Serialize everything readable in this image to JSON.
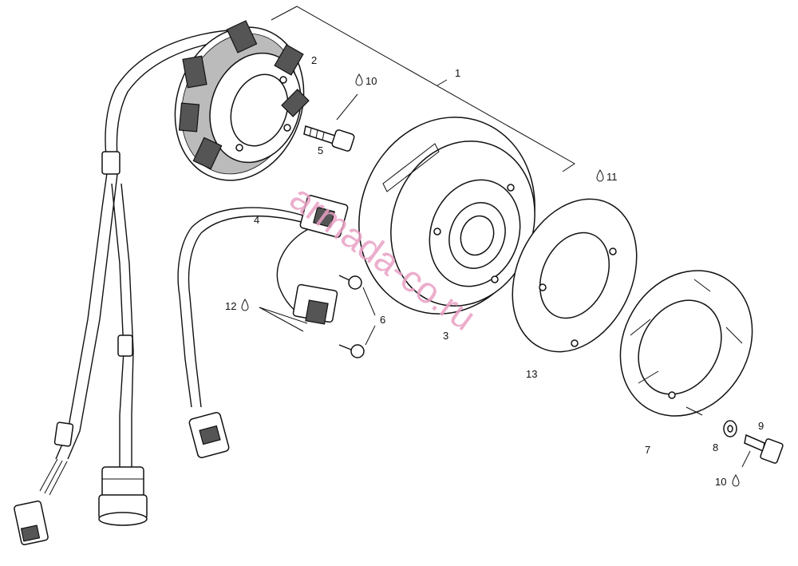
{
  "watermark": "armada-co.ru",
  "callouts": [
    {
      "id": "c1",
      "label": "1"
    },
    {
      "id": "c2",
      "label": "2"
    },
    {
      "id": "c3",
      "label": "3"
    },
    {
      "id": "c4",
      "label": "4"
    },
    {
      "id": "c5",
      "label": "5"
    },
    {
      "id": "c6",
      "label": "6"
    },
    {
      "id": "c7",
      "label": "7"
    },
    {
      "id": "c8",
      "label": "8"
    },
    {
      "id": "c9",
      "label": "9"
    },
    {
      "id": "c10a",
      "label": "10"
    },
    {
      "id": "c10b",
      "label": "10"
    },
    {
      "id": "c11",
      "label": "11"
    },
    {
      "id": "c12",
      "label": "12"
    },
    {
      "id": "c13",
      "label": "13"
    }
  ]
}
